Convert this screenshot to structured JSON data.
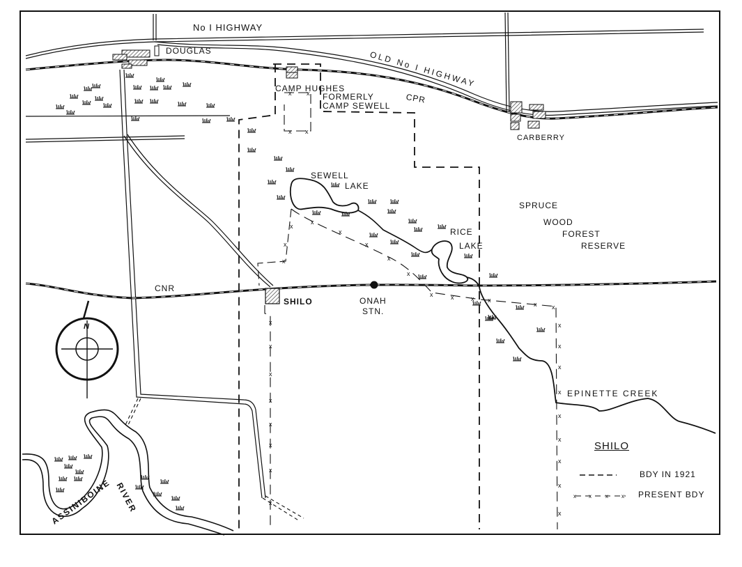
{
  "map": {
    "title": "SHILO",
    "colors": {
      "ink": "#111111",
      "paper": "#ffffff",
      "hatch": "#555555"
    },
    "roads": {
      "no1_highway": "No I HIGHWAY",
      "old_no1_highway": "OLD No I HIGHWAY"
    },
    "railways": {
      "cpr": "CPR",
      "cnr": "CNR"
    },
    "places": {
      "douglas": "DOUGLAS",
      "camp_hughes": "CAMP HUGHES",
      "formerly": "FORMERLY",
      "camp_sewell": "CAMP SEWELL",
      "carberry": "CARBERRY",
      "shilo": "SHILO",
      "onah": "ONAH",
      "stn": "STN."
    },
    "water": {
      "sewell": "SEWELL",
      "sewell_lake": "LAKE",
      "rice": "RICE",
      "rice_lake": "LAKE",
      "epinette_creek": "EPINETTE CREEK",
      "assiniboine": "ASSINIBOINE",
      "river": "RIVER"
    },
    "forest": {
      "line1": "SPRUCE",
      "line2": "WOOD",
      "line3": "FOREST",
      "line4": "RESERVE"
    },
    "compass": {
      "north_label": "N",
      "icon": "compass-rose-icon"
    },
    "legend": {
      "title": "SHILO",
      "items": [
        {
          "symbol": "dashed-line",
          "label": "BDY IN 1921"
        },
        {
          "symbol": "x-dash-line",
          "label": "PRESENT BDY"
        }
      ]
    }
  }
}
